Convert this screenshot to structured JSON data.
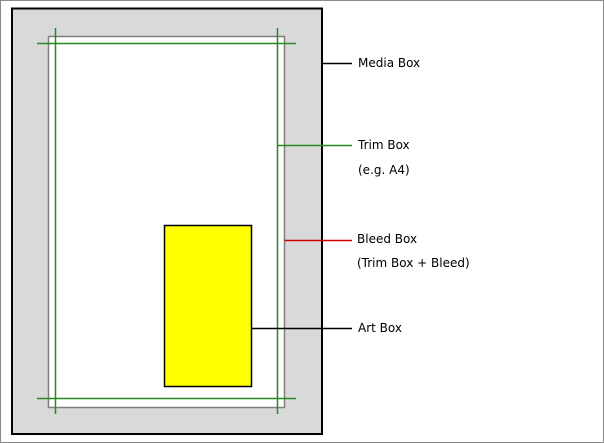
{
  "labels": {
    "media_box": "Media Box",
    "trim_box": "Trim Box",
    "trim_box_note": "(e.g. A4)",
    "bleed_box": "Bleed Box",
    "bleed_box_note": "(Trim Box + Bleed)",
    "art_box": "Art Box"
  },
  "colors": {
    "media_fill": "#d9d9d9",
    "media_border": "#000000",
    "bleed_border": "#7f7f7f",
    "trim_line": "#228b22",
    "bleed_pointer": "#cc0000",
    "art_fill": "#ffff00",
    "art_border": "#000000",
    "page_fill": "#ffffff"
  }
}
